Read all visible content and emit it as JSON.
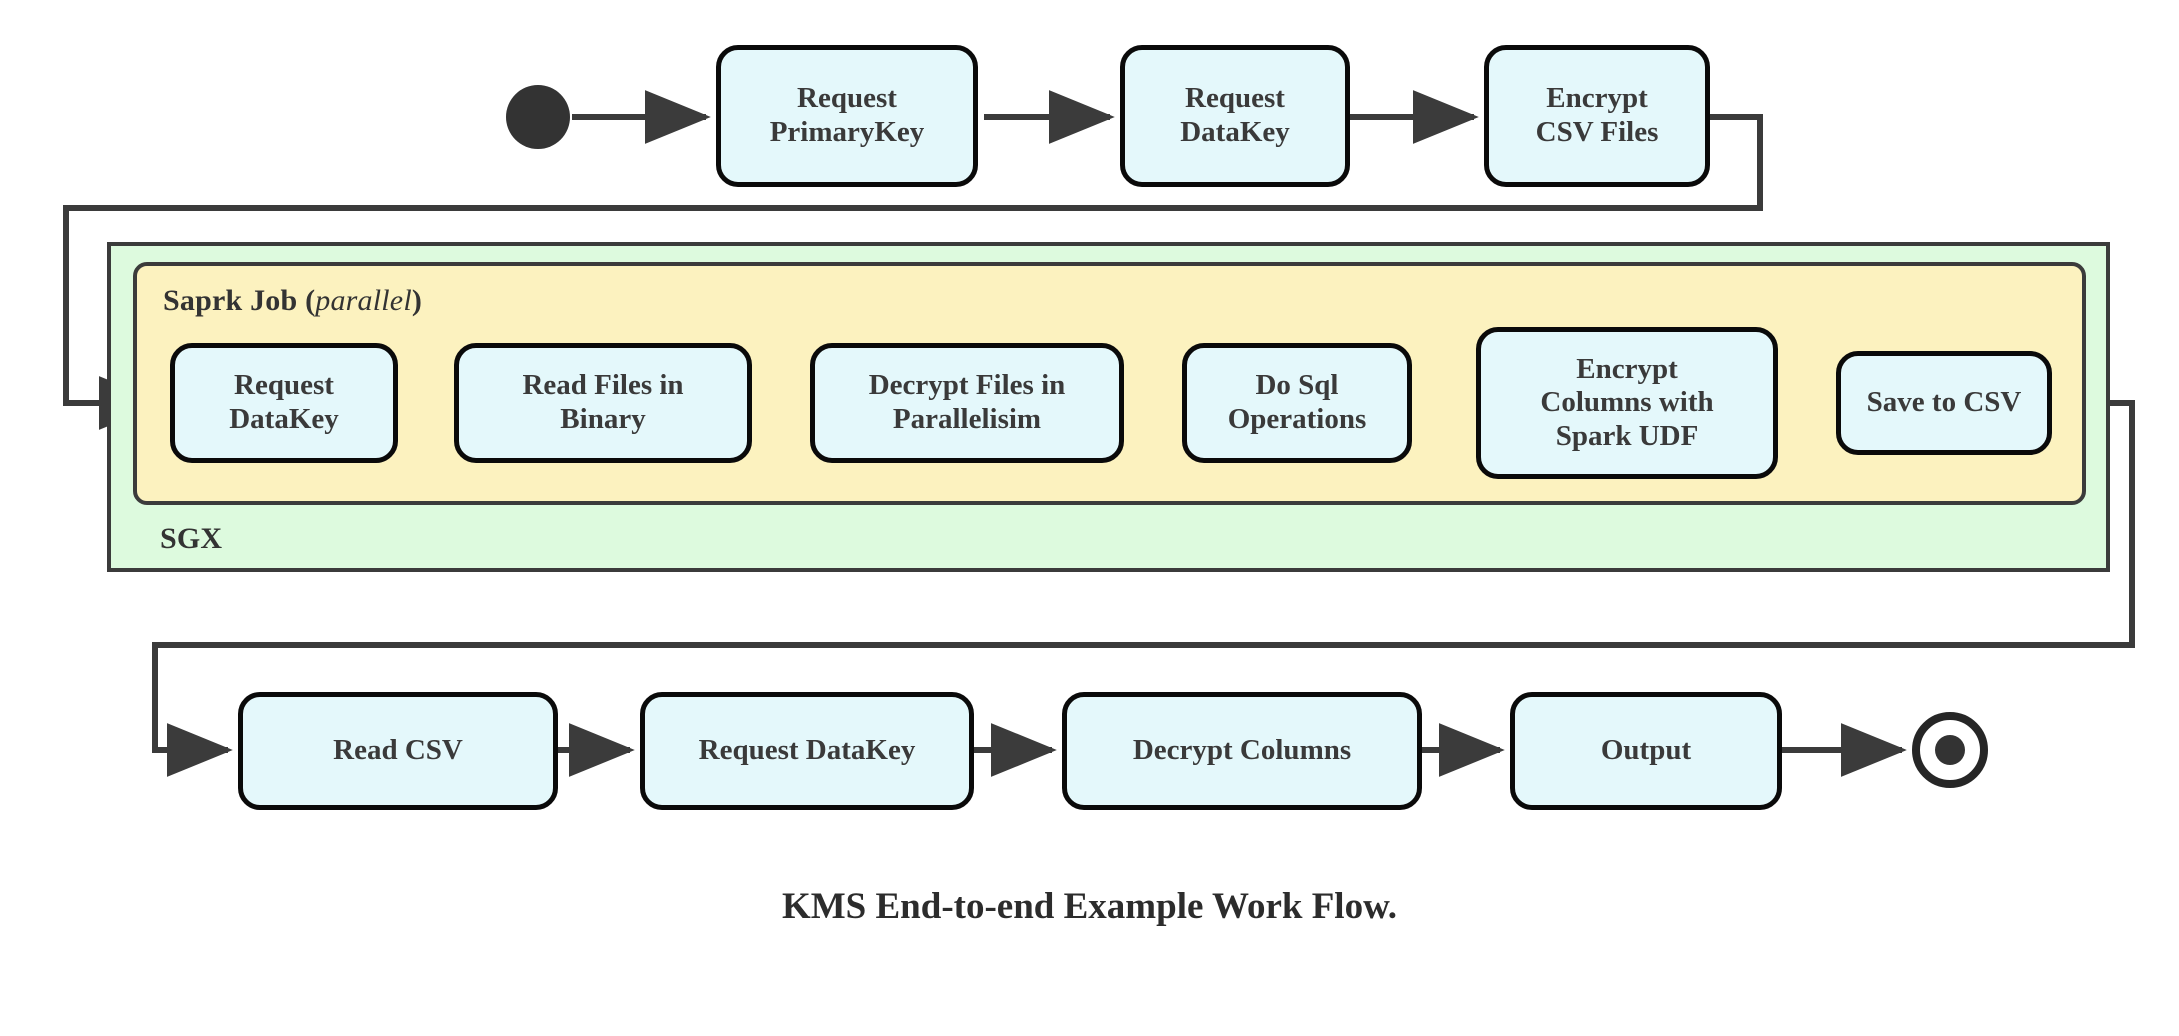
{
  "diagram": {
    "caption": "KMS End-to-end Example Work Flow.",
    "colors": {
      "node_fill": "#e4f8fb",
      "node_stroke": "#0a0a0a",
      "sgx_fill": "#ddfade",
      "spark_fill": "#fcf2bf",
      "container_stroke": "#3b3b3b",
      "arrow": "#3b3b3b",
      "text": "#3a3a3a",
      "page_background": "#ffffff"
    },
    "terminators": {
      "start_label": "start-node",
      "end_label": "end-node"
    },
    "containers": [
      {
        "id": "sgx",
        "label": "SGX",
        "label_position": "bottom-left"
      },
      {
        "id": "spark",
        "label_main": "Saprk Job",
        "label_paren_open": "(",
        "label_italic": "parallel",
        "label_paren_close": ")",
        "label_position": "top-left"
      }
    ],
    "rows": {
      "top": {
        "nodes": [
          {
            "id": "request-primarykey",
            "lines": [
              "Request",
              "PrimaryKey"
            ]
          },
          {
            "id": "request-datakey-top",
            "lines": [
              "Request",
              "DataKey"
            ]
          },
          {
            "id": "encrypt-csv-files",
            "lines": [
              "Encrypt",
              "CSV Files"
            ]
          }
        ]
      },
      "spark": {
        "nodes": [
          {
            "id": "request-datakey-spark",
            "lines": [
              "Request",
              "DataKey"
            ]
          },
          {
            "id": "read-files-in-binary",
            "lines": [
              "Read Files in",
              "Binary"
            ]
          },
          {
            "id": "decrypt-files-in-parallelisim",
            "lines": [
              "Decrypt Files in",
              "Parallelisim"
            ]
          },
          {
            "id": "do-sql-operations",
            "lines": [
              "Do Sql",
              "Operations"
            ]
          },
          {
            "id": "encrypt-columns-with-spark-udf",
            "lines": [
              "Encrypt",
              "Columns with",
              "Spark UDF"
            ]
          },
          {
            "id": "save-to-csv",
            "lines": [
              "Save to CSV"
            ]
          }
        ]
      },
      "bottom": {
        "nodes": [
          {
            "id": "read-csv",
            "lines": [
              "Read CSV"
            ]
          },
          {
            "id": "request-datakey-bottom",
            "lines": [
              "Request DataKey"
            ]
          },
          {
            "id": "decrypt-columns",
            "lines": [
              "Decrypt Columns"
            ]
          },
          {
            "id": "output",
            "lines": [
              "Output"
            ]
          }
        ]
      }
    },
    "flow_sequence": [
      "start",
      "Request PrimaryKey",
      "Request DataKey",
      "Encrypt CSV Files",
      "Request DataKey",
      "Read Files in Binary",
      "Decrypt Files in Parallelisim",
      "Do Sql Operations",
      "Encrypt Columns with Spark UDF",
      "Save to CSV",
      "Read CSV",
      "Request DataKey",
      "Decrypt Columns",
      "Output",
      "end"
    ]
  }
}
